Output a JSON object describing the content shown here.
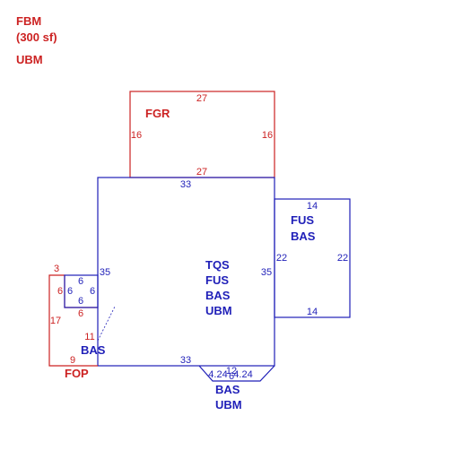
{
  "legend": {
    "line1": "FBM",
    "line2": "(300 sf)",
    "line3": "UBM"
  },
  "colors": {
    "red": "#cc2222",
    "blue": "#1f1fb8"
  },
  "fgr": {
    "label": "FGR",
    "top": "27",
    "bottom": "27",
    "left": "16",
    "right": "16"
  },
  "main": {
    "top": "33",
    "bottom": "33",
    "left": "35",
    "right": "35",
    "labels": [
      "TQS",
      "FUS",
      "BAS",
      "UBM"
    ]
  },
  "east": {
    "top": "14",
    "bottom": "14",
    "left": "22",
    "right": "22",
    "labels": [
      "FUS",
      "BAS"
    ]
  },
  "fop": {
    "label": "FOP",
    "top": "3",
    "left": "17",
    "bottom": "9",
    "right": "11",
    "inner_left": "6",
    "inner_bottom": "6"
  },
  "bas_small": {
    "label": "BAS",
    "top": "6",
    "left": "6",
    "right": "6",
    "bottom": "6"
  },
  "bay": {
    "left": "4.24",
    "right": "4.24",
    "top": "12",
    "bottom": "6",
    "labels": [
      "BAS",
      "UBM"
    ]
  }
}
